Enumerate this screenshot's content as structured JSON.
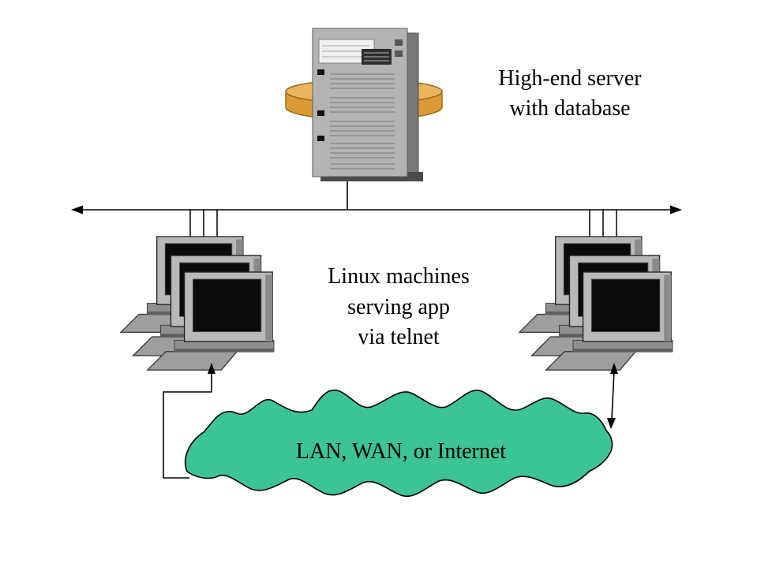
{
  "diagram": {
    "server_label": {
      "line1": "High-end server",
      "line2": "with database"
    },
    "linux_label": {
      "line1": "Linux machines",
      "line2": "serving app",
      "line3": "via telnet"
    },
    "cloud_label": "LAN, WAN, or Internet",
    "colors": {
      "cloud_fill": "#3CC495",
      "database_fill": "#DD9B37",
      "database_top_fill": "#ECB45C",
      "line_color": "#000000"
    },
    "icons": {
      "server": "server-tower-icon",
      "database": "database-cylinder-icon",
      "workstation": "workstation-icon",
      "cloud": "network-cloud-icon"
    }
  }
}
